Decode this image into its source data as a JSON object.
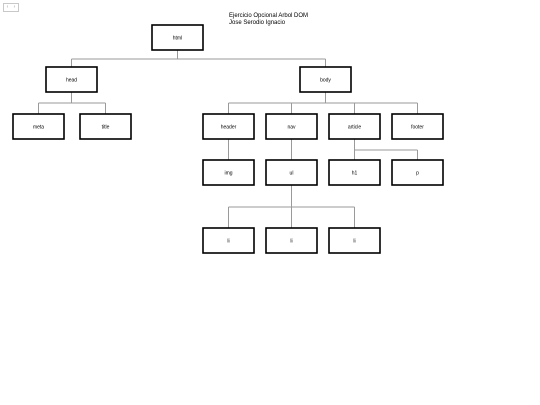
{
  "title": {
    "line1": "Ejercicio Opcional Arbol DOM",
    "line2": "Jose Serodio Ignacio"
  },
  "toolbar": {
    "left_glyph": "‹",
    "right_glyph": "›"
  },
  "colors": {
    "node_border": "#000000",
    "connector": "#9a9a9a",
    "background": "#ffffff"
  },
  "tree": {
    "html": {
      "label": "html",
      "children": [
        "head",
        "body"
      ]
    },
    "head": {
      "label": "head",
      "children": [
        "meta",
        "title"
      ]
    },
    "body": {
      "label": "body",
      "children": [
        "header",
        "nav",
        "article",
        "footer"
      ]
    },
    "meta": {
      "label": "meta",
      "children": []
    },
    "title": {
      "label": "title",
      "children": []
    },
    "header": {
      "label": "header",
      "children": [
        "img"
      ]
    },
    "nav": {
      "label": "nav",
      "children": [
        "ul"
      ]
    },
    "article": {
      "label": "article",
      "children": [
        "h1",
        "p"
      ]
    },
    "footer": {
      "label": "footer",
      "children": []
    },
    "img": {
      "label": "img",
      "children": []
    },
    "ul": {
      "label": "ul",
      "children": [
        "li1",
        "li2",
        "li3"
      ]
    },
    "h1": {
      "label": "h1",
      "children": []
    },
    "p": {
      "label": "p",
      "children": []
    },
    "li1": {
      "label": "li",
      "children": []
    },
    "li2": {
      "label": "li",
      "children": []
    },
    "li3": {
      "label": "li",
      "children": []
    }
  }
}
